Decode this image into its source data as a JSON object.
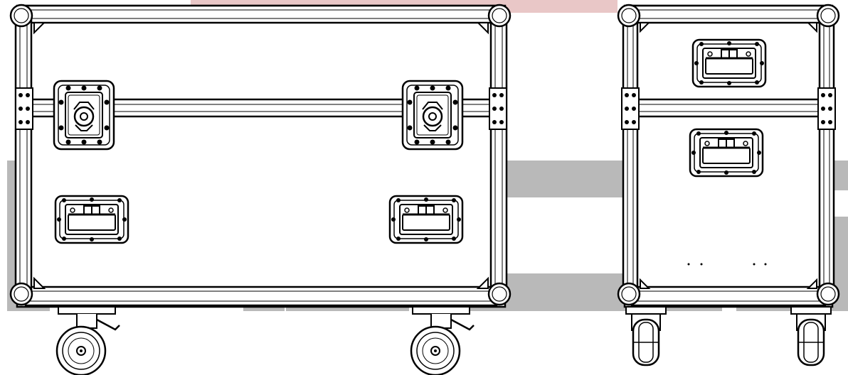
{
  "watermark": {
    "kind": "logo",
    "colors": {
      "top_bar": "#e9c7c7",
      "letters": "#b9b9b9"
    }
  },
  "views": [
    {
      "name": "front-view",
      "handles": 4,
      "casters": 2
    },
    {
      "name": "side-view",
      "handles": 2,
      "casters": 2
    }
  ],
  "colors": {
    "line": "#000000",
    "fill": "#ffffff",
    "panel": "#ffffff"
  }
}
